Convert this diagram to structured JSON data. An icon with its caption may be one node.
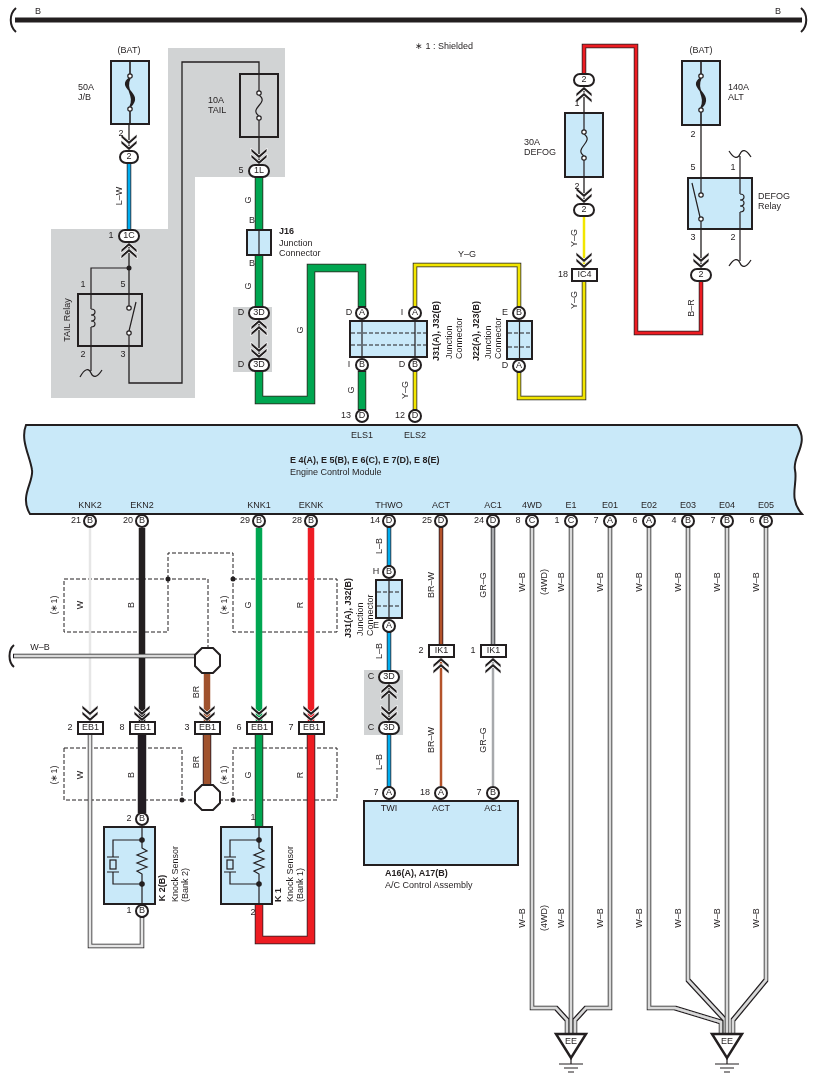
{
  "diagram": {
    "nodes": [
      {
        "text": [
          "(BAT)",
          "50A J/B"
        ],
        "beside": [
          "2"
        ]
      },
      {
        "text": [
          "2"
        ]
      },
      {
        "text": [
          "1C"
        ],
        "beside": [
          "1"
        ]
      },
      {
        "text": [
          "TAIL Relay"
        ],
        "beside": [
          "1",
          "5",
          "2",
          "3"
        ]
      },
      {
        "text": [
          "10A TAIL"
        ]
      },
      {
        "text": [
          "1L"
        ],
        "beside": [
          "5"
        ]
      },
      {
        "text": [
          "J16",
          "Junction Connector"
        ],
        "beside": [
          "B",
          "B"
        ]
      },
      {
        "text": [
          "3D"
        ],
        "beside": [
          "D"
        ]
      },
      {
        "text": [
          "3D"
        ],
        "beside": [
          "D"
        ]
      },
      {
        "text": [
          "J31(A), J32(B)",
          "Junction Connector"
        ]
      },
      {
        "text": [
          "A"
        ],
        "beside": [
          "D"
        ]
      },
      {
        "text": [
          "A"
        ],
        "beside": [
          "I"
        ]
      },
      {
        "text": [
          "B"
        ],
        "beside": [
          "I"
        ]
      },
      {
        "text": [
          "B"
        ],
        "beside": [
          "D"
        ]
      },
      {
        "text": [
          "J22(A), J23(B)",
          "Junction Connector"
        ]
      },
      {
        "text": [
          "B"
        ],
        "beside": [
          "E"
        ]
      },
      {
        "text": [
          "A"
        ],
        "beside": [
          "D"
        ]
      },
      {
        "text": [
          "2"
        ]
      },
      {
        "text": [
          "30A DEFOG"
        ],
        "beside": [
          "1",
          "2"
        ]
      },
      {
        "text": [
          "2"
        ]
      },
      {
        "text": [
          "IC4"
        ],
        "beside": [
          "18"
        ]
      },
      {
        "text": [
          "(BAT)",
          "140A ALT"
        ],
        "beside": [
          "2"
        ]
      },
      {
        "text": [
          "DEFOG Relay"
        ],
        "beside": [
          "5",
          "1",
          "3",
          "2"
        ]
      },
      {
        "text": [
          "2"
        ]
      },
      {
        "text": [
          "D"
        ],
        "beside": [
          "13"
        ]
      },
      {
        "text": [
          "D"
        ],
        "beside": [
          "12"
        ]
      },
      {
        "text": [
          "ELS1",
          "ELS2",
          "E 4(A), E 5(B), E 6(C), E 7(D), E 8(E)",
          "Engine Control Module",
          "KNK2",
          "EKN2",
          "KNK1",
          "EKNK",
          "THWO",
          "ACT",
          "AC1",
          "4WD",
          "E1",
          "E01",
          "E02",
          "E03",
          "E04",
          "E05"
        ]
      },
      {
        "text": [
          "B"
        ],
        "beside": [
          "21"
        ]
      },
      {
        "text": [
          "B"
        ],
        "beside": [
          "20"
        ]
      },
      {
        "text": [
          "B"
        ],
        "beside": [
          "29"
        ]
      },
      {
        "text": [
          "B"
        ],
        "beside": [
          "28"
        ]
      },
      {
        "text": [
          "D"
        ],
        "beside": [
          "14"
        ]
      },
      {
        "text": [
          "D"
        ],
        "beside": [
          "25"
        ]
      },
      {
        "text": [
          "D"
        ],
        "beside": [
          "24"
        ]
      },
      {
        "text": [
          "C"
        ],
        "beside": [
          "8"
        ]
      },
      {
        "text": [
          "C"
        ],
        "beside": [
          "1"
        ]
      },
      {
        "text": [
          "A"
        ],
        "beside": [
          "7"
        ]
      },
      {
        "text": [
          "A"
        ],
        "beside": [
          "6"
        ]
      },
      {
        "text": [
          "B"
        ],
        "beside": [
          "4"
        ]
      },
      {
        "text": [
          "B"
        ],
        "beside": [
          "7"
        ]
      },
      {
        "text": [
          "B"
        ],
        "beside": [
          "6"
        ]
      },
      {
        "text": [
          "J31(A), J32(B)",
          "Junction Connector"
        ]
      },
      {
        "text": [
          "B"
        ],
        "beside": [
          "H"
        ]
      },
      {
        "text": [
          "A"
        ],
        "beside": [
          "E"
        ]
      },
      {
        "text": [
          "IK1"
        ],
        "beside": [
          "2"
        ]
      },
      {
        "text": [
          "IK1"
        ],
        "beside": [
          "1"
        ]
      },
      {
        "text": [],
        "shape": "octagon"
      },
      {
        "text": [
          "3D"
        ],
        "beside": [
          "C"
        ]
      },
      {
        "text": [
          "EB1"
        ],
        "beside": [
          "2"
        ]
      },
      {
        "text": [
          "EB1"
        ],
        "beside": [
          "8"
        ]
      },
      {
        "text": [
          "EB1"
        ],
        "beside": [
          "3"
        ]
      },
      {
        "text": [
          "EB1"
        ],
        "beside": [
          "6"
        ]
      },
      {
        "text": [
          "EB1"
        ],
        "beside": [
          "7"
        ]
      },
      {
        "text": [
          "3D"
        ],
        "beside": [
          "C"
        ]
      },
      {
        "text": [],
        "shape": "octagon"
      },
      {
        "text": [
          "A"
        ],
        "beside": [
          "7"
        ]
      },
      {
        "text": [
          "A"
        ],
        "beside": [
          "18"
        ]
      },
      {
        "text": [
          "B"
        ],
        "beside": [
          "7"
        ]
      },
      {
        "text": [
          "TWI",
          "ACT",
          "AC1",
          "A16(A), A17(B)",
          "A/C Control Assembly"
        ]
      },
      {
        "text": [
          "B"
        ],
        "beside": [
          "2"
        ]
      },
      {
        "text": [
          "K 2(B)",
          "Knock Sensor (Bank 2)"
        ]
      },
      {
        "text": [
          "K 1",
          "Knock Sensor (Bank 1)"
        ],
        "beside": [
          "1",
          "2"
        ]
      },
      {
        "text": [
          "B"
        ],
        "beside": [
          "1"
        ]
      },
      {
        "text": [
          "EE"
        ]
      },
      {
        "text": [
          "EE"
        ]
      }
    ],
    "edges": [
      {
        "from": 0,
        "to": 1,
        "arrow": "to"
      },
      {
        "from": 1,
        "to": 2,
        "arrow": "none",
        "label": "L–W",
        "color": "#00aeef"
      },
      {
        "from": 3,
        "to": 2,
        "arrow": "to"
      },
      {
        "from": 3,
        "to": 4,
        "arrow": "none"
      },
      {
        "from": 4,
        "to": 5,
        "arrow": "to"
      },
      {
        "from": 5,
        "to": 6,
        "arrow": "none",
        "label": "G",
        "style": "thick",
        "color": "#00a651"
      },
      {
        "from": 6,
        "to": 7,
        "arrow": "none",
        "label": "G",
        "style": "thick",
        "color": "#00a651"
      },
      {
        "from": 7,
        "to": 8,
        "arrow": "both"
      },
      {
        "from": 8,
        "to": 10,
        "arrow": "none",
        "label": "G",
        "style": "thick",
        "color": "#00a651"
      },
      {
        "from": 12,
        "to": 24,
        "arrow": "none",
        "label": "G",
        "style": "thick",
        "color": "#00a651"
      },
      {
        "from": 11,
        "to": 15,
        "arrow": "none",
        "label": "Y–G",
        "color": "#f2e600"
      },
      {
        "from": 13,
        "to": 25,
        "arrow": "none",
        "label": "Y–G",
        "color": "#f2e600"
      },
      {
        "from": 16,
        "to": 20,
        "arrow": "none",
        "label": "Y–G",
        "color": "#f2e600"
      },
      {
        "from": 19,
        "to": 20,
        "arrow": "to",
        "label": "Y–G",
        "color": "#f2e600"
      },
      {
        "from": 18,
        "to": 19,
        "arrow": "to"
      },
      {
        "from": 18,
        "to": 17,
        "arrow": "to"
      },
      {
        "from": 17,
        "to": 23,
        "arrow": "none",
        "label": "B–R",
        "color": "#ed1c24"
      },
      {
        "from": 21,
        "to": 22,
        "arrow": "none"
      },
      {
        "from": 22,
        "to": 23,
        "arrow": "to"
      },
      {
        "from": 27,
        "to": 48,
        "arrow": "to",
        "label": "W",
        "color": "#e6e6e6"
      },
      {
        "from": 48,
        "to": 62,
        "arrow": "none",
        "label": "W",
        "color": "#e6e6e6"
      },
      {
        "from": 28,
        "to": 49,
        "arrow": "to",
        "label": "B",
        "style": "thick",
        "color": "#231f20"
      },
      {
        "from": 49,
        "to": 59,
        "arrow": "none",
        "label": "B",
        "style": "thick",
        "color": "#231f20"
      },
      {
        "from": null,
        "to": 46,
        "arrow": "none",
        "label": "W–B",
        "color": "#d9d9d9"
      },
      {
        "from": 46,
        "to": 50,
        "arrow": "to",
        "label": "BR",
        "style": "thick",
        "color": "#a0522d"
      },
      {
        "from": 50,
        "to": 54,
        "arrow": "none",
        "label": "BR",
        "style": "thick",
        "color": "#a0522d"
      },
      {
        "from": 29,
        "to": 51,
        "arrow": "to",
        "label": "G",
        "style": "thick",
        "color": "#00a651"
      },
      {
        "from": 51,
        "to": 61,
        "arrow": "none",
        "label": "G",
        "style": "thick",
        "color": "#00a651"
      },
      {
        "from": 30,
        "to": 52,
        "arrow": "to",
        "label": "R",
        "style": "thick",
        "color": "#ed1c24"
      },
      {
        "from": 52,
        "to": 61,
        "arrow": "none",
        "label": "R",
        "style": "thick",
        "color": "#ed1c24"
      },
      {
        "from": 31,
        "to": 42,
        "arrow": "none",
        "label": "L–B",
        "color": "#00aeef"
      },
      {
        "from": 43,
        "to": 47,
        "arrow": "none",
        "label": "L–B",
        "color": "#00aeef"
      },
      {
        "from": 47,
        "to": 53,
        "arrow": "both"
      },
      {
        "from": 53,
        "to": 55,
        "arrow": "none",
        "label": "L–B",
        "color": "#00aeef"
      },
      {
        "from": 32,
        "to": 44,
        "arrow": "none",
        "label": "BR–W",
        "color": "#b4532a"
      },
      {
        "from": 56,
        "to": 44,
        "arrow": "to",
        "label": "BR–W",
        "color": "#b4532a"
      },
      {
        "from": 33,
        "to": 45,
        "arrow": "none",
        "label": "GR–G",
        "color": "#a7a9ac"
      },
      {
        "from": 57,
        "to": 45,
        "arrow": "to",
        "label": "GR–G",
        "color": "#a7a9ac"
      },
      {
        "from": 34,
        "to": 63,
        "arrow": "none",
        "label": "W–B",
        "color": "#d9d9d9"
      },
      {
        "from": 35,
        "to": 63,
        "arrow": "none",
        "label": "W–B",
        "color": "#d9d9d9"
      },
      {
        "from": 36,
        "to": 63,
        "arrow": "none",
        "label": "W–B",
        "color": "#d9d9d9"
      },
      {
        "from": 37,
        "to": 64,
        "arrow": "none",
        "label": "W–B",
        "color": "#d9d9d9"
      },
      {
        "from": 38,
        "to": 64,
        "arrow": "none",
        "label": "W–B",
        "color": "#d9d9d9"
      },
      {
        "from": 39,
        "to": 64,
        "arrow": "none",
        "label": "W–B",
        "color": "#d9d9d9"
      },
      {
        "from": 40,
        "to": 64,
        "arrow": "none",
        "label": "W–B",
        "color": "#d9d9d9"
      }
    ],
    "labels": [
      "B",
      "B",
      "∗ 1 : Shielded",
      "(∗1)",
      "(∗1)",
      "(4WD)",
      "(∗1)",
      "(∗1)",
      "W–B",
      "W–B",
      "W–B",
      "W–B",
      "W–B",
      "W–B",
      "W–B",
      "(4WD)"
    ]
  }
}
